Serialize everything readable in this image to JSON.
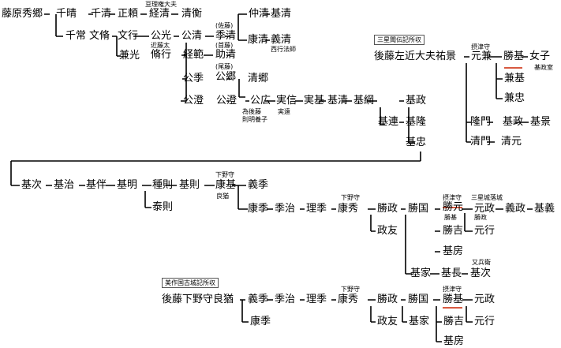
{
  "gen1": {
    "fujiwara_hidesato": "藤原秀郷",
    "chiharu": "千晴",
    "chikiyo": "千清",
    "masayori": "正頼",
    "tsunekiyo": "経清",
    "tsunekiyo_note": "亘理権大夫",
    "kiyohira": "清衡",
    "chitsune": "千常",
    "fumiyasu": "文脩",
    "fumiyuki": "文行",
    "kanemitsu": "兼光",
    "kinmitsu": "公光",
    "kinmitsu_note": "近藤太",
    "sukeyuki": "脩行",
    "kinkiyo": "公清",
    "tsunenori": "経範",
    "kinsue": "公季",
    "suekiyo": "季清",
    "suekiyo_note": "(佐藤)",
    "nakakiyo": "仲清",
    "motokiyo1": "基清",
    "yasukiyo": "康清",
    "yoshikiyo": "義清",
    "yoshikiyo_note": "西行法師",
    "sukekiyo": "助清",
    "sukekiyo_note": "(首藤)",
    "kinsato": "公郷",
    "kinsato_note": "(尾藤)",
    "kiyosato": "清郷",
    "kinzumi": "公澄",
    "kinhiro": "公広",
    "kinhiro_note1": "為後藤",
    "kinhiro_note2": "則明養子",
    "sanenobu": "実信",
    "sanenobu_note": "実遠",
    "sanemoto": "実基",
    "motokiyo2": "基清",
    "mototsuna": "基綱",
    "motomasa": "基政",
    "motoharu": "基隆",
    "mototsura": "基連",
    "mototada": "基忠"
  },
  "branch1": {
    "box": "三星聞伝記所収",
    "head": "後藤左近大夫祐景",
    "motokane": "元兼",
    "motokane_note": "摂津守",
    "katsumoto": "勝基",
    "onnago": "女子",
    "onnago_note": "基政室",
    "kanemoto": "兼基",
    "kanetada": "兼忠",
    "takakado": "隆門",
    "motomasa": "基政",
    "motokage": "基景",
    "kiyokado": "清門",
    "kiyomoto": "清元"
  },
  "gen2": {
    "mototsugu": "基次",
    "motoharu": "基治",
    "motomoto": "基伴",
    "motoaki": "基明",
    "tanenori": "種則",
    "yasunori": "泰則",
    "motonori": "基則",
    "yasumoto": "康基",
    "yasumoto_note1": "下野守",
    "yasumoto_note2": "良猶",
    "yoshisue": "義季",
    "yasusue": "康季",
    "suekaze": "季治",
    "risue": "理季",
    "yasuhide": "康秀",
    "yasuhide_note": "下野守",
    "katsumasa": "勝政",
    "masatomo": "政友",
    "katsukuni": "勝国",
    "katsumoto": "勝元",
    "katsumoto_note": "摂津守",
    "katsumoto_note2": "勝基",
    "katsuyoshi": "勝吉",
    "katsufusa": "基房",
    "motomasa": "元政",
    "motomasa_note1": "三星城落城",
    "motomasa_note2": "勝政",
    "yoshimasa": "義政",
    "motoyoshi": "基義",
    "motoyuki": "元行",
    "motoie": "基家",
    "motonaga": "基長",
    "mototsugu2": "基次",
    "mototsugu2_note": "又兵衛"
  },
  "branch2": {
    "box": "美作国古城記所収",
    "head": "後藤下野守良猶",
    "yoshisue": "義季",
    "suekaze": "季治",
    "risue": "理季",
    "yasuhide": "康秀",
    "yasuhide_note": "下野守",
    "katsumasa": "勝政",
    "katsukuni": "勝国",
    "katsumoto": "勝基",
    "katsumoto_note": "摂津守",
    "motomasa": "元政",
    "yasusue": "康季",
    "masatomo": "政友",
    "motoie": "基家",
    "katsuyoshi": "勝吉",
    "motoyuki": "元行",
    "katsufusa": "基房"
  },
  "colors": {
    "line": "#000000",
    "underline": "#cc2200"
  }
}
